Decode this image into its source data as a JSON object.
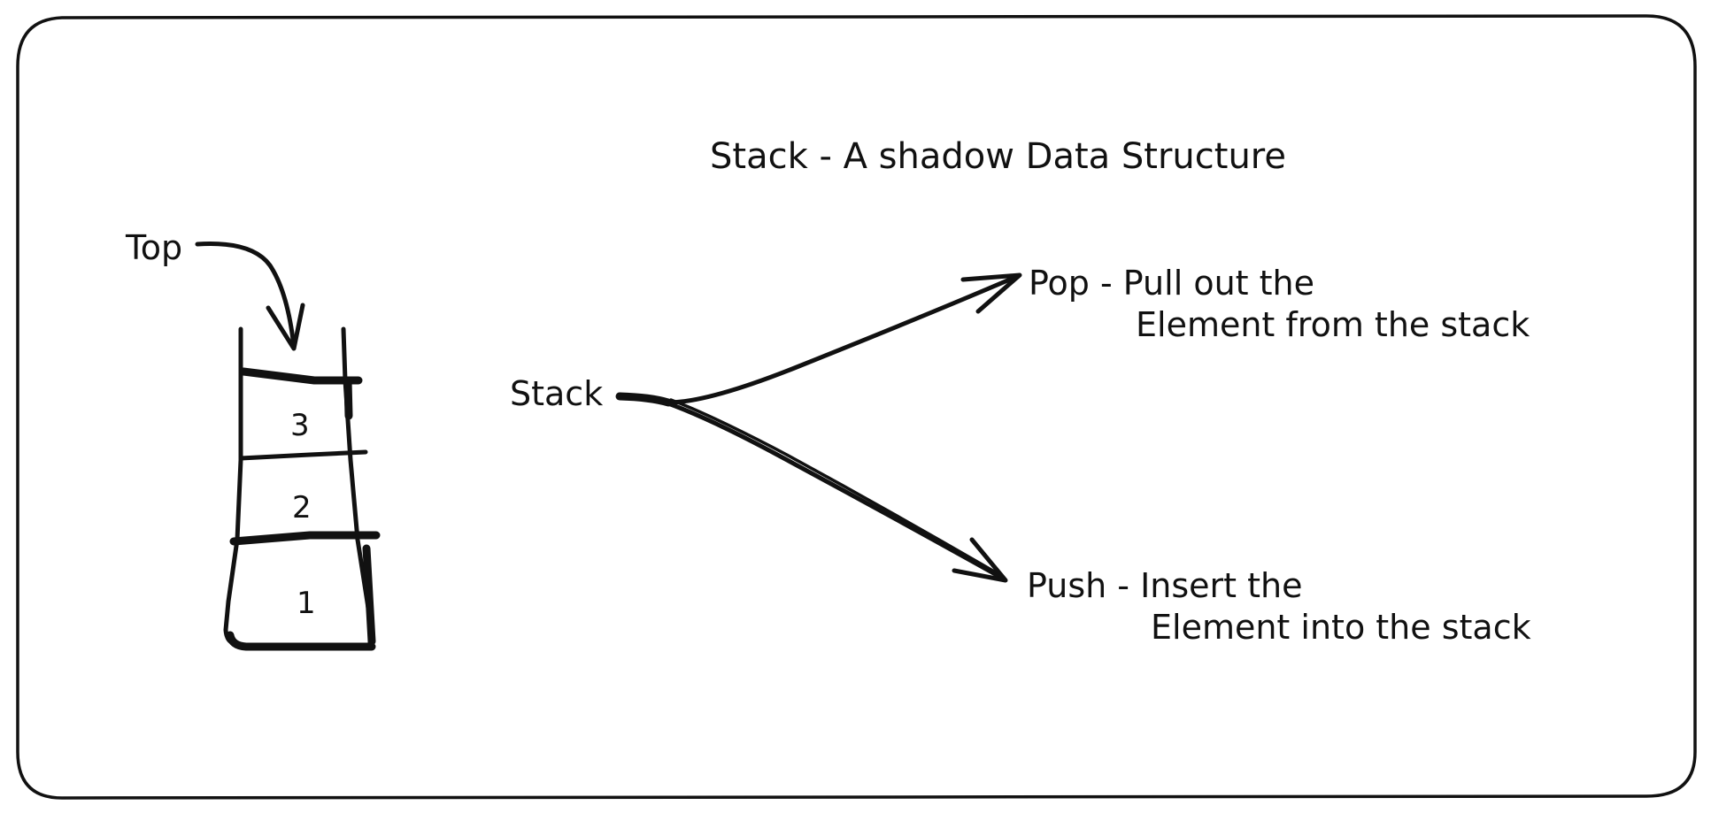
{
  "title": "Stack - A shadow Data Structure",
  "stack_visual": {
    "top_label": "Top",
    "cells": [
      "3",
      "2",
      "1"
    ]
  },
  "operations": {
    "source_label": "Stack",
    "pop": {
      "line1": "Pop - Pull out the",
      "line2": "Element from the stack"
    },
    "push": {
      "line1": "Push - Insert the",
      "line2": "Element into the stack"
    }
  },
  "colors": {
    "ink": "#111111",
    "background": "#ffffff"
  }
}
